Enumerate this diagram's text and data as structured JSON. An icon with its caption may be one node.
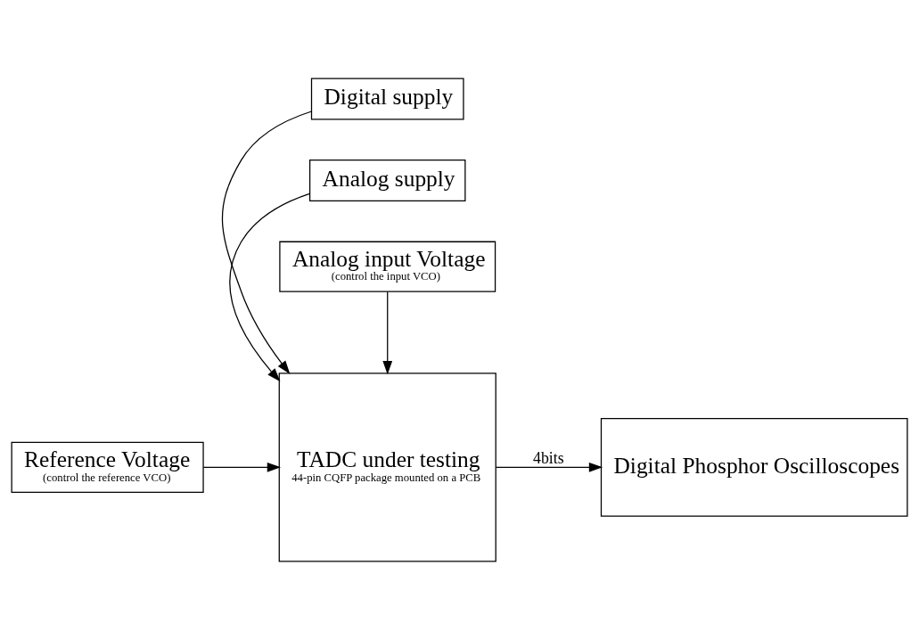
{
  "diagram": {
    "nodes": [
      {
        "text": [
          "Digital supply"
        ]
      },
      {
        "text": [
          "Analog supply"
        ]
      },
      {
        "text": [
          "Reference Voltage",
          "(control the reference VCO)"
        ]
      },
      {
        "text": [
          "TADC under testing",
          "44-pin CQFP package mounted on a PCB"
        ]
      },
      {
        "text": [
          "Digital Phosphor Oscilloscopes"
        ]
      },
      {
        "text": [
          "Analog input Voltage",
          "(control the input VCO)"
        ]
      }
    ],
    "edges": [
      {
        "from": 0,
        "to": 3,
        "arrow": "to"
      },
      {
        "from": 1,
        "to": 3,
        "arrow": "to"
      },
      {
        "from": 2,
        "to": 3,
        "arrow": "to"
      },
      {
        "from": 3,
        "to": 4,
        "arrow": "to",
        "label": "4bits"
      },
      {
        "from": 5,
        "to": 3,
        "arrow": "to"
      }
    ]
  }
}
